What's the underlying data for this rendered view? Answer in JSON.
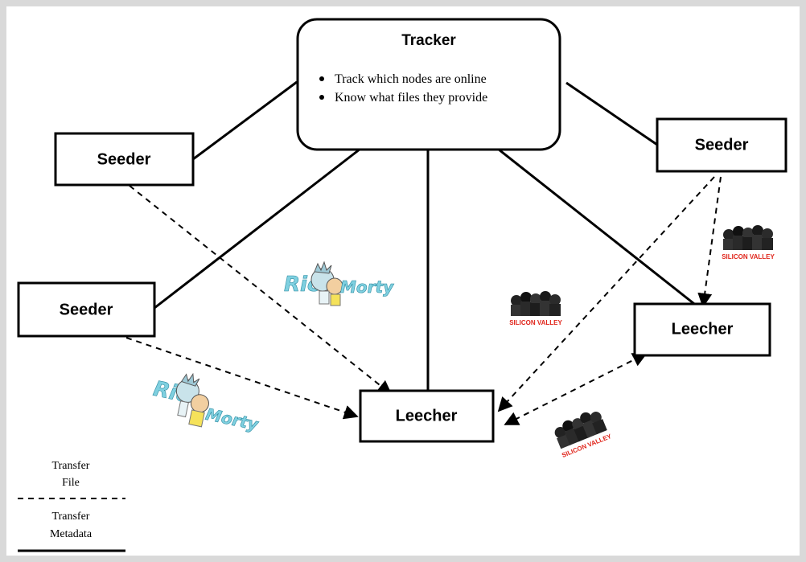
{
  "tracker": {
    "title": "Tracker",
    "bullets": [
      "Track which nodes are online",
      "Know what files they provide"
    ]
  },
  "nodes": {
    "seeder_top_left": "Seeder",
    "seeder_mid_left": "Seeder",
    "seeder_right": "Seeder",
    "leecher_center": "Leecher",
    "leecher_right": "Leecher"
  },
  "logos": {
    "rick_morty_1": [
      "Ric",
      "Morty"
    ],
    "rick_morty_2": [
      "Ric",
      "Morty"
    ],
    "silicon_valley_1": "SILICON VALLEY",
    "silicon_valley_2": "SILICON VALLEY",
    "silicon_valley_3": "SILICON VALLEY"
  },
  "legend": {
    "file_label": [
      "Transfer",
      "File"
    ],
    "metadata_label": [
      "Transfer",
      "Metadata"
    ]
  },
  "colors": {
    "background": "#d9d9d9",
    "canvas": "#ffffff",
    "stroke": "#000000",
    "logo_red": "#e0251b",
    "logo_blue": "#7fd0e0"
  }
}
